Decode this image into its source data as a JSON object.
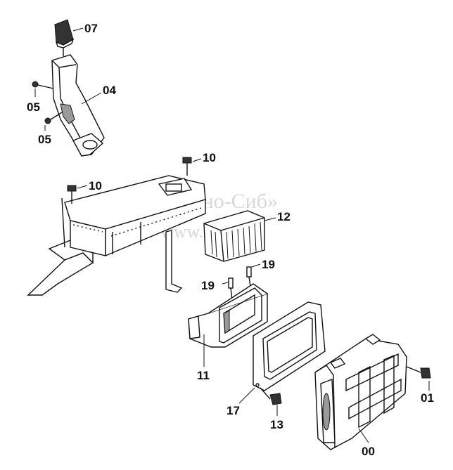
{
  "watermark": {
    "line1": "ТПК «Техно-Сиб»",
    "line2": "www.tkts.ru"
  },
  "labels": {
    "p07": "07",
    "p04": "04",
    "p05a": "05",
    "p05b": "05",
    "p10a": "10",
    "p10b": "10",
    "p12": "12",
    "p19a": "19",
    "p19b": "19",
    "p11": "11",
    "p17": "17",
    "p13": "13",
    "p01": "01",
    "p00": "00"
  }
}
